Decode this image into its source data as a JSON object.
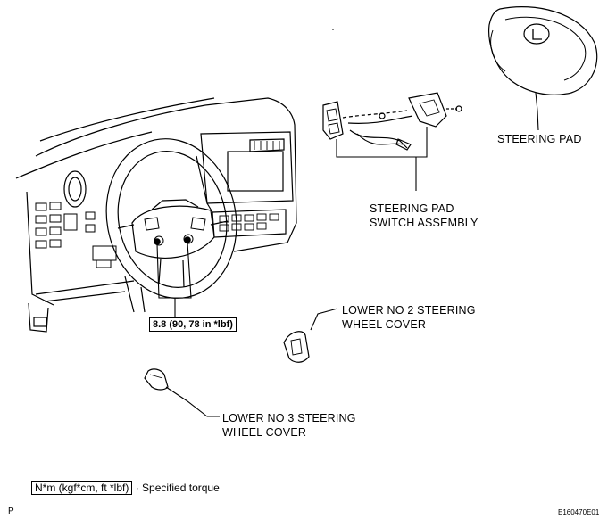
{
  "labels": {
    "steering_pad": "STEERING PAD",
    "switch_line1": "STEERING PAD",
    "switch_line2": "SWITCH ASSEMBLY",
    "cover2_line1": "LOWER NO  2 STEERING",
    "cover2_line2": "WHEEL COVER",
    "cover3_line1": "LOWER NO  3 STEERING",
    "cover3_line2": "WHEEL COVER",
    "torque_spec": "8.8 (90, 78 in *lbf)"
  },
  "legend": {
    "unit_box": "N*m (kgf*cm, ft *lbf)",
    "description": "· Specified torque"
  },
  "footer": {
    "left_mark": "P",
    "figure_code": "E160470E01"
  }
}
